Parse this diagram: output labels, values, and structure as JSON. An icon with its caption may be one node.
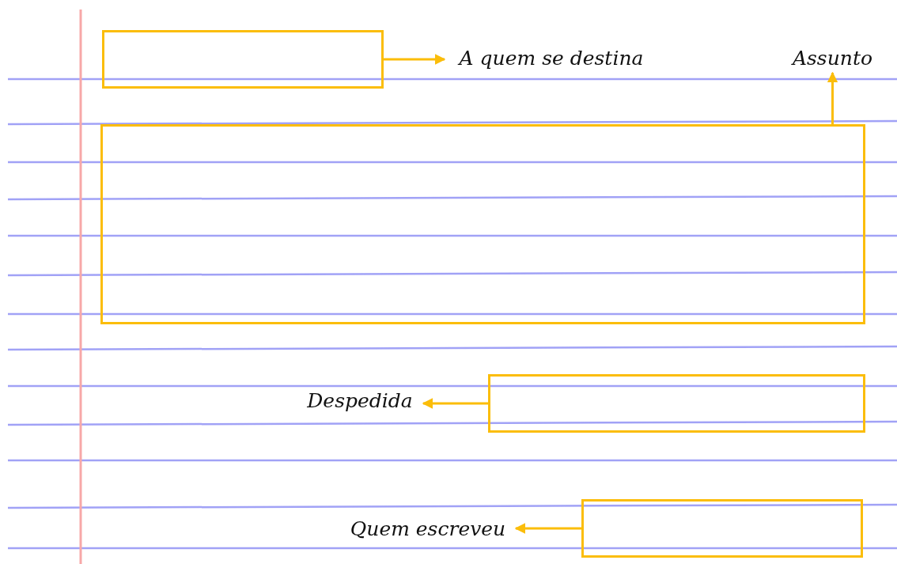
{
  "diagram": {
    "nodes": [
      {
        "text": [],
        "shape": "box"
      },
      {
        "text": [
          "A quem se destina"
        ]
      },
      {
        "text": [
          "Assunto"
        ]
      },
      {
        "text": [],
        "shape": "box"
      },
      {
        "text": [
          "Despedida"
        ]
      },
      {
        "text": [],
        "shape": "box"
      },
      {
        "text": [
          "Quem escreveu"
        ]
      },
      {
        "text": [],
        "shape": "box"
      }
    ],
    "edges": [
      {
        "from": 0,
        "to": 1,
        "arrow": "to"
      },
      {
        "from": 3,
        "to": 2,
        "arrow": "to"
      },
      {
        "from": 5,
        "to": 4,
        "arrow": "to"
      },
      {
        "from": 7,
        "to": 6,
        "arrow": "to"
      }
    ]
  }
}
